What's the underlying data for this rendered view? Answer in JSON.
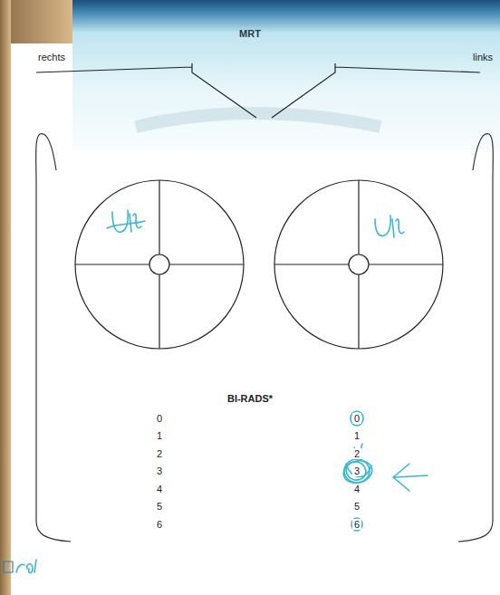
{
  "diagram": {
    "title": "MRT",
    "labels": [
      "rechts",
      "links",
      "BI-RADS*",
      "0",
      "1",
      "2",
      "3",
      "4",
      "5",
      "6",
      "0",
      "1",
      "2",
      "3",
      "4",
      "5",
      "6"
    ]
  }
}
